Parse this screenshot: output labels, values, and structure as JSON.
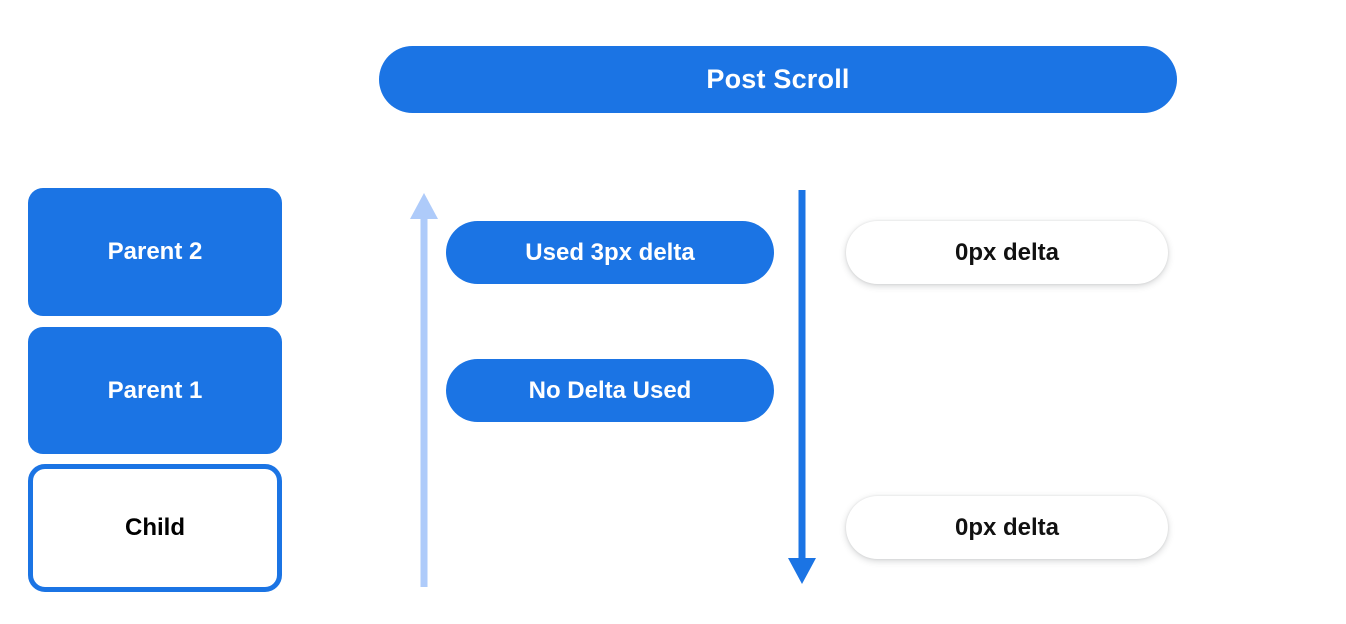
{
  "header": {
    "title": "Post Scroll"
  },
  "left_stack": {
    "boxes": [
      {
        "name": "parent-2",
        "label": "Parent 2",
        "style": "filled"
      },
      {
        "name": "parent-1",
        "label": "Parent 1",
        "style": "filled"
      },
      {
        "name": "child",
        "label": "Child",
        "style": "outlined"
      }
    ]
  },
  "middle_column": {
    "pills": [
      {
        "name": "used-delta",
        "label": "Used 3px delta"
      },
      {
        "name": "no-delta-used",
        "label": "No Delta Used"
      }
    ]
  },
  "right_column": {
    "pills": [
      {
        "name": "delta-top",
        "label": "0px delta"
      },
      {
        "name": "delta-bottom",
        "label": "0px delta"
      }
    ]
  },
  "arrows": [
    {
      "name": "scroll-up-arrow",
      "direction": "up",
      "color": "#aecbfa"
    },
    {
      "name": "scroll-down-arrow",
      "direction": "down",
      "color": "#1b74e4"
    }
  ],
  "colors": {
    "brand_blue": "#1b74e4",
    "light_blue": "#aecbfa",
    "white": "#ffffff",
    "text_dark": "#111111"
  }
}
